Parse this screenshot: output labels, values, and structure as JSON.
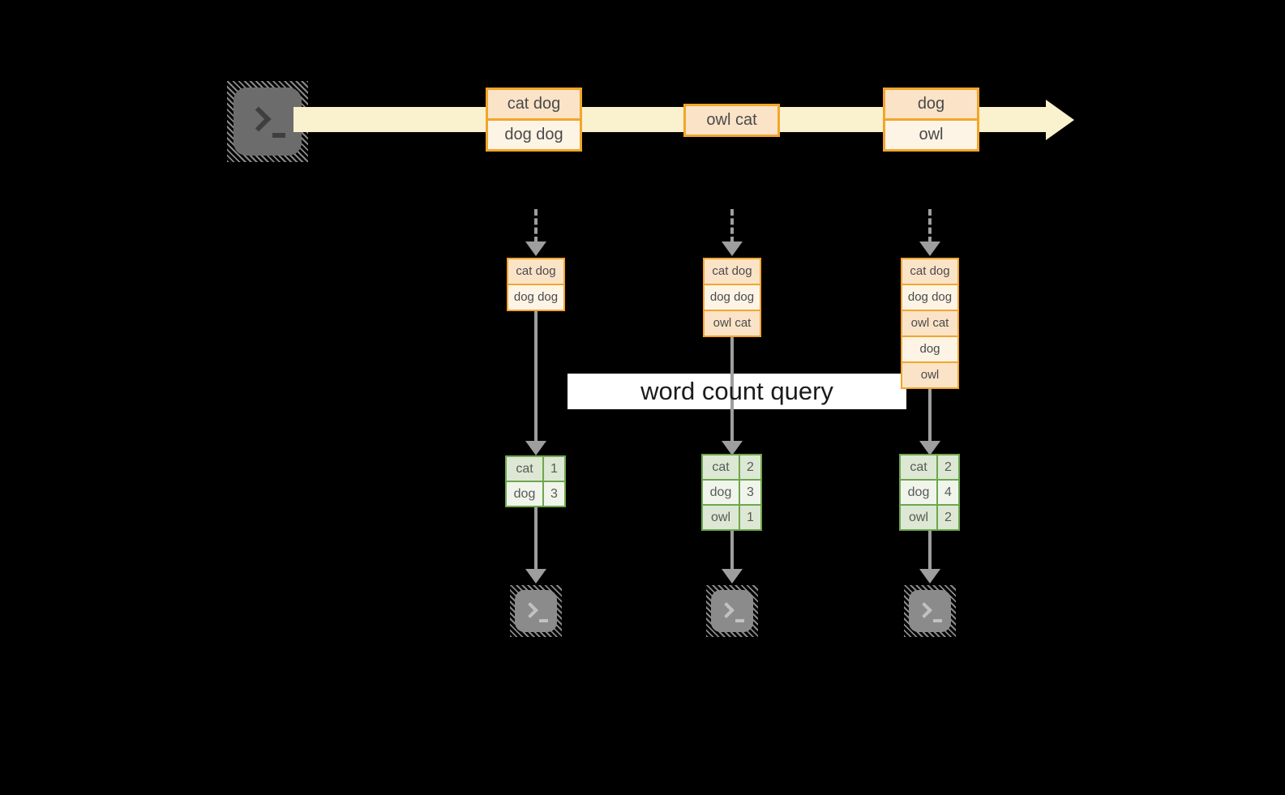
{
  "colors": {
    "background": "#000000",
    "accent_orange": "#F1A62B",
    "peach_fill": "#FBE3C8",
    "cream_fill": "#FEF4E6",
    "stream_band": "#FAF1CE",
    "green_border": "#6FA64E",
    "sage_fill": "#DCE8D3",
    "sage_light_fill": "#F0F5EC",
    "arrow_gray": "#9E9E9E",
    "query_band": "#FFFFFF"
  },
  "icons": {
    "source": "terminal-icon",
    "sinks": [
      "terminal-icon",
      "terminal-icon",
      "terminal-icon"
    ]
  },
  "stream_events": [
    {
      "rows": [
        "cat dog",
        "dog dog"
      ]
    },
    {
      "rows": [
        "owl cat"
      ]
    },
    {
      "rows": [
        "dog",
        "owl"
      ]
    }
  ],
  "query": {
    "label": "word count query"
  },
  "pipelines": [
    {
      "buffer": [
        "cat dog",
        "dog dog"
      ],
      "counts": [
        {
          "word": "cat",
          "count": "1"
        },
        {
          "word": "dog",
          "count": "3"
        }
      ]
    },
    {
      "buffer": [
        "cat dog",
        "dog dog",
        "owl cat"
      ],
      "counts": [
        {
          "word": "cat",
          "count": "2"
        },
        {
          "word": "dog",
          "count": "3"
        },
        {
          "word": "owl",
          "count": "1"
        }
      ]
    },
    {
      "buffer": [
        "cat dog",
        "dog dog",
        "owl cat",
        "dog",
        "owl"
      ],
      "counts": [
        {
          "word": "cat",
          "count": "2"
        },
        {
          "word": "dog",
          "count": "4"
        },
        {
          "word": "owl",
          "count": "2"
        }
      ]
    }
  ]
}
